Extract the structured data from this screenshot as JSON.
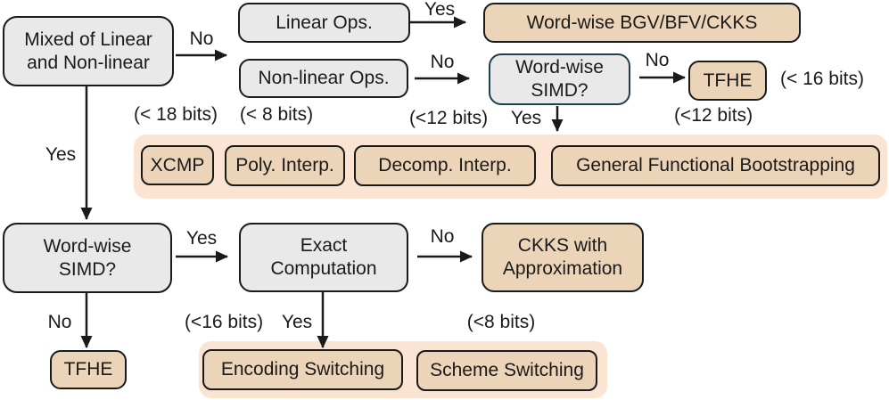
{
  "colors": {
    "gray_fill": "#e9e9e9",
    "tan_fill": "#ecd4b8",
    "band_fill": "#fce4d2",
    "box_border": "#1a1a1a",
    "teal_border": "#20404f",
    "text": "#1a1a1a"
  },
  "nodes": {
    "mixed": "Mixed of Linear\nand Non-linear",
    "linear_ops": "Linear Ops.",
    "word_wise_bgv": "Word-wise BGV/BFV/CKKS",
    "nonlinear_ops": "Non-linear Ops.",
    "simd_top": "Word-wise\nSIMD?",
    "tfhe_top": "TFHE",
    "xcmp": "XCMP",
    "poly_interp": "Poly. Interp.",
    "decomp_interp": "Decomp. Interp.",
    "general_bootstrapping": "General Functional Bootstrapping",
    "simd_bottom": "Word-wise\nSIMD?",
    "exact_computation": "Exact\nComputation",
    "ckks_approx": "CKKS with\nApproximation",
    "encoding_switching": "Encoding Switching",
    "scheme_switching": "Scheme Switching",
    "tfhe_bottom": "TFHE"
  },
  "edge_labels": {
    "mixed_no": "No",
    "linear_yes": "Yes",
    "nonlinear_no": "No",
    "simd_top_no": "No",
    "simd_top_yes": "Yes",
    "mixed_yes": "Yes",
    "simd_bottom_yes": "Yes",
    "simd_bottom_no": "No",
    "exact_no": "No",
    "exact_yes": "Yes"
  },
  "annotations": {
    "xcmp_bits": "(< 18 bits)",
    "poly_bits": "(< 8 bits)",
    "decomp_bits": "(<12 bits)",
    "tfhe_top_bits": "(< 16 bits)",
    "bootstrap_bits": "(<12 bits)",
    "encoding_bits": "(<16 bits)",
    "scheme_bits": "(<8 bits)"
  }
}
